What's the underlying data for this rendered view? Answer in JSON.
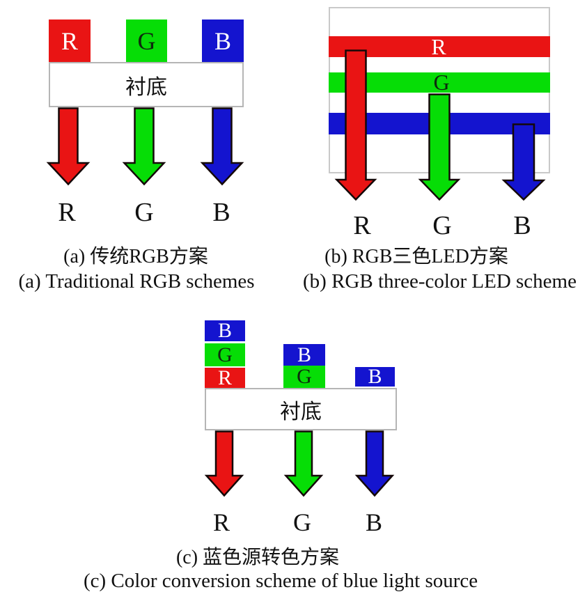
{
  "colors": {
    "red": "#e91414",
    "green": "#06dd06",
    "blue": "#1414cf"
  },
  "panel_a": {
    "blocks": [
      {
        "label": "R"
      },
      {
        "label": "G"
      },
      {
        "label": "B"
      }
    ],
    "substrate_label": "衬底",
    "outputs": [
      "R",
      "G",
      "B"
    ],
    "caption_zh": "(a) 传统RGB方案",
    "caption_en": "(a) Traditional RGB schemes"
  },
  "panel_b": {
    "bar_labels": [
      {
        "label": "R"
      },
      {
        "label": "G"
      }
    ],
    "outputs": [
      "R",
      "G",
      "B"
    ],
    "caption_zh": "(b) RGB三色LED方案",
    "caption_en": "(b) RGB three-color LED scheme"
  },
  "panel_c": {
    "stack_left": [
      "B",
      "G",
      "R"
    ],
    "stack_middle": [
      "B",
      "G"
    ],
    "stack_right": [
      "B"
    ],
    "substrate_label": "衬底",
    "outputs": [
      "R",
      "G",
      "B"
    ],
    "caption_zh": "(c) 蓝色源转色方案",
    "caption_en": "(c) Color conversion scheme of blue light source"
  }
}
